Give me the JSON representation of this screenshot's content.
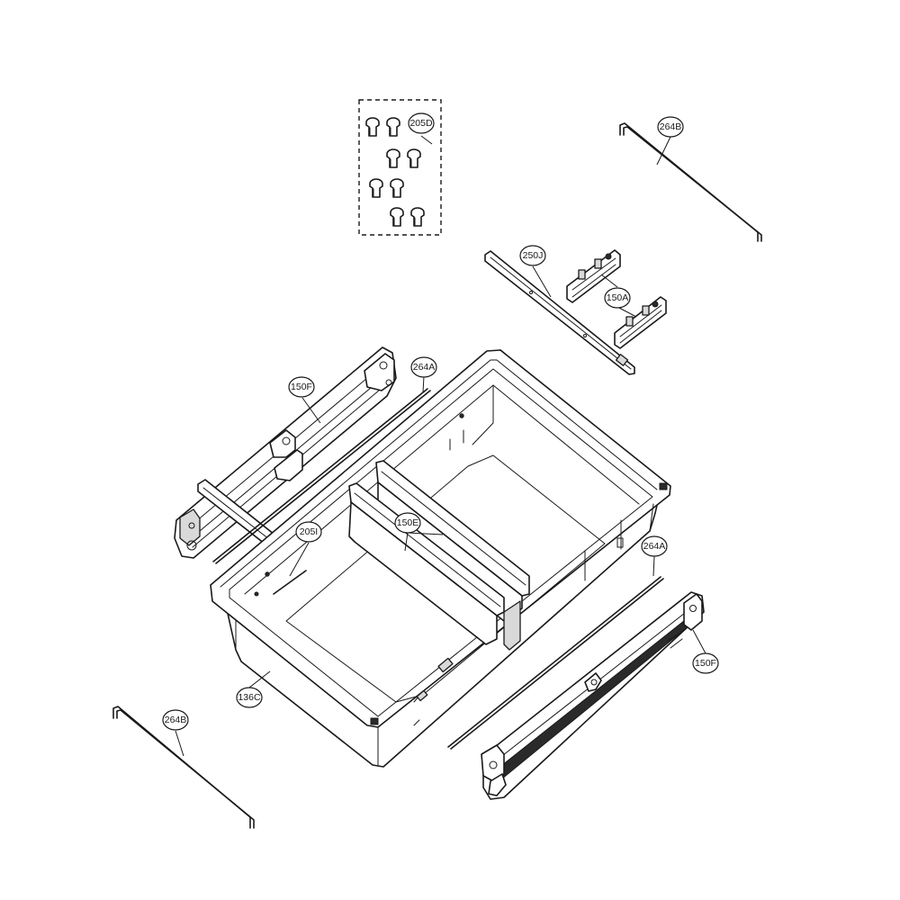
{
  "diagram": {
    "labels": {
      "l205D": "205D",
      "l264B_top": "264B",
      "l250J": "250J",
      "l150A": "150A",
      "l264A_top": "264A",
      "l150F_left": "150F",
      "l150E": "150E",
      "l205I": "205I",
      "l264A_right": "264A",
      "l150F_right": "150F",
      "l136C": "136C",
      "l264B_bottom": "264B"
    }
  }
}
